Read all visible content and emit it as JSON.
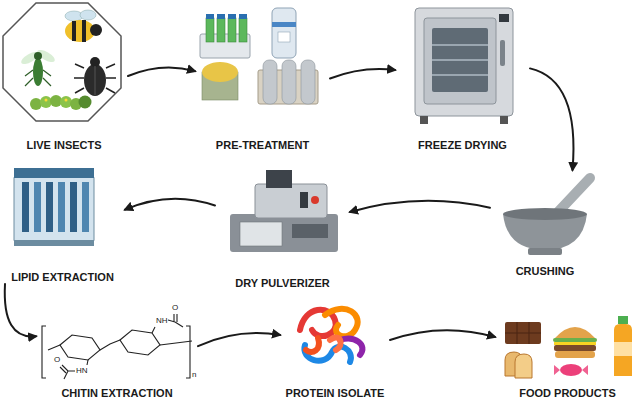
{
  "diagram": {
    "nodes": [
      {
        "text": [
          "LIVE INSECTS"
        ]
      },
      {
        "text": [
          "PRE-TREATMENT"
        ]
      },
      {
        "text": [
          "FREEZE DRYING"
        ]
      },
      {
        "text": [
          "CRUSHING"
        ]
      },
      {
        "text": [
          "DRY PULVERIZER"
        ]
      },
      {
        "text": [
          "LIPID EXTRACTION"
        ]
      },
      {
        "text": [
          "CHITIN EXTRACTION"
        ]
      },
      {
        "text": [
          "PROTEIN ISOLATE"
        ]
      },
      {
        "text": [
          "FOOD PRODUCTS"
        ]
      }
    ],
    "edges": [
      {
        "from": 0,
        "to": 1,
        "arrow": "to"
      },
      {
        "from": 1,
        "to": 2,
        "arrow": "to"
      },
      {
        "from": 2,
        "to": 3,
        "arrow": "to"
      },
      {
        "from": 3,
        "to": 4,
        "arrow": "to"
      },
      {
        "from": 4,
        "to": 5,
        "arrow": "to"
      },
      {
        "from": 5,
        "to": 6,
        "arrow": "to"
      },
      {
        "from": 6,
        "to": 7,
        "arrow": "to"
      },
      {
        "from": 7,
        "to": 8,
        "arrow": "to"
      }
    ],
    "labels": [
      "O",
      "NH",
      "HN",
      "O",
      "n"
    ]
  }
}
